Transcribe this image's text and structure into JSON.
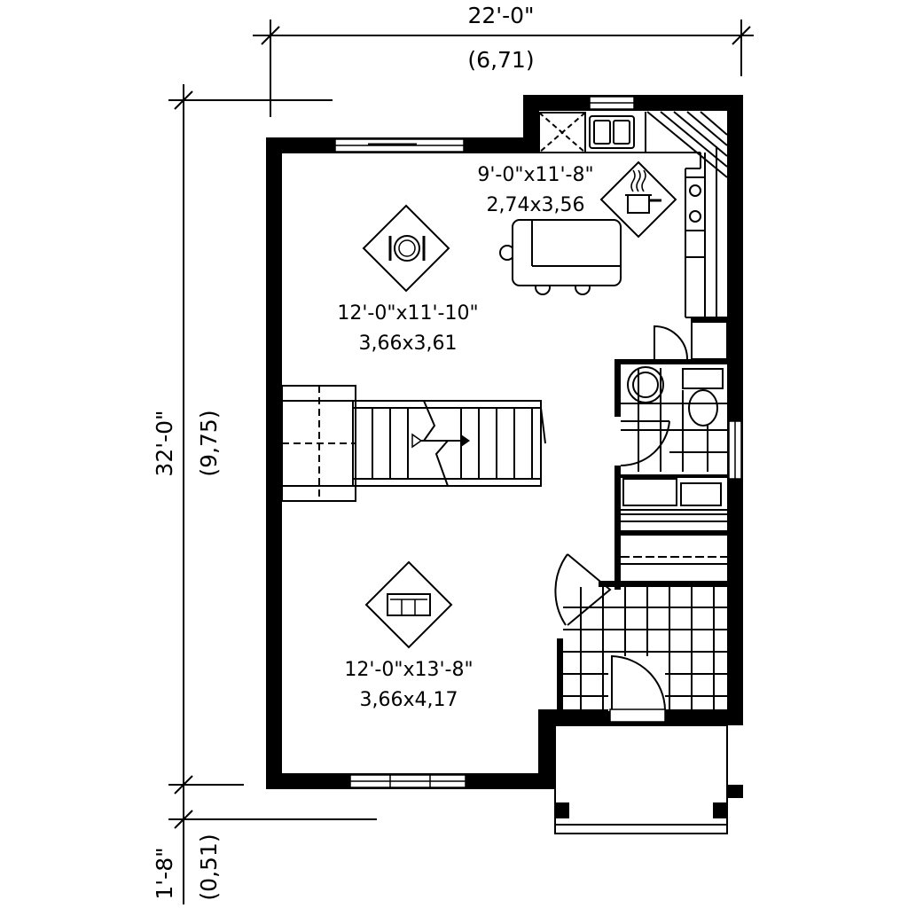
{
  "dimensions": {
    "width_imperial": "22'-0\"",
    "width_metric": "(6,71)",
    "depth_imperial": "32'-0\"",
    "depth_metric": "(9,75)",
    "porch_imperial": "1'-8\"",
    "porch_metric": "(0,51)"
  },
  "rooms": {
    "kitchen": {
      "size_imperial": "9'-0\"x11'-8\"",
      "size_metric": "2,74x3,56",
      "icon": "cooking-pot-icon"
    },
    "dining": {
      "size_imperial": "12'-0\"x11'-10\"",
      "size_metric": "3,66x3,61",
      "icon": "plate-and-cutlery-icon"
    },
    "living": {
      "size_imperial": "12'-0\"x13'-8\"",
      "size_metric": "3,66x4,17",
      "icon": "sofa-icon"
    }
  }
}
